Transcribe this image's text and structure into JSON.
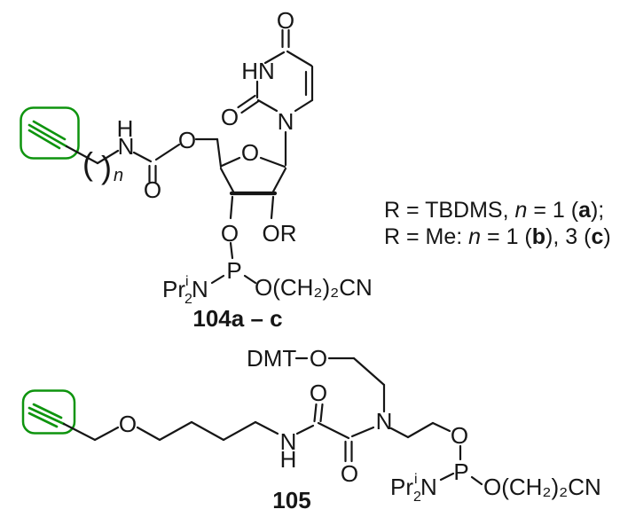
{
  "figure": {
    "background": "#ffffff",
    "ink": "#161616",
    "accent_green": "#0e940e"
  },
  "compound104": {
    "label": "104a – c",
    "uracil": {
      "o_top": "O",
      "hn": "HN",
      "o_left": "O",
      "n1": "N"
    },
    "sugar": {
      "ring_o": "O",
      "o3": "O",
      "or2": "OR"
    },
    "carbamate": {
      "h": "H",
      "n": "N",
      "ester_o": "O",
      "carbonyl_o": "O"
    },
    "repeat": {
      "open": "(",
      "close": ")",
      "n": "n"
    },
    "phos": {
      "p": "P",
      "pr": "Pr",
      "sub": "2",
      "sup": "i",
      "n": "N",
      "chain": "O(CH₂)₂CN"
    }
  },
  "compound105": {
    "label": "105",
    "dmt": {
      "dmt": "DMT",
      "o": "O"
    },
    "chain": {
      "ether_o": "O",
      "nh_n": "N",
      "nh_h": "H"
    },
    "oxalyl": {
      "o1": "O",
      "o2": "O"
    },
    "amine_n": "N",
    "phos": {
      "ester_o": "O",
      "p": "P",
      "pr": "Pr",
      "sub": "2",
      "sup": "i",
      "n": "N",
      "chain": "O(CH₂)₂CN"
    }
  },
  "legend": {
    "line1": [
      "R = TBDMS, ",
      "n",
      " = 1 (",
      "a",
      ");"
    ],
    "line2": [
      "R = Me: ",
      "n",
      " = 1 (",
      "b",
      "), 3 (",
      "c",
      ")"
    ]
  }
}
